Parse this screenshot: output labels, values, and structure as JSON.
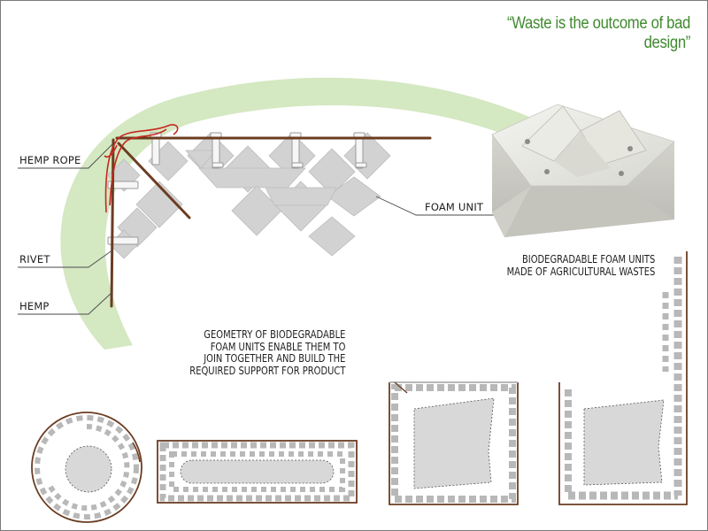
{
  "quote": "“Waste is the outcome of bad design”",
  "labels": {
    "hemp_rope": "HEMP ROPE",
    "rivet": "RIVET",
    "hemp": "HEMP",
    "foam_unit": "FOAM UNIT"
  },
  "captions": {
    "foam_units": [
      "BIODEGRADABLE FOAM UNITS",
      "MADE OF AGRICULTURAL WASTES"
    ],
    "geometry": [
      "GEOMETRY OF BIODEGRADABLE",
      "FOAM UNITS ENABLE THEM TO",
      "JOIN TOGETHER AND BUILD THE",
      "REQUIRED SUPPORT FOR PRODUCT"
    ]
  },
  "colors": {
    "accent_green": "#3f8a2f",
    "arc_green": "#d4e8c2",
    "hemp_brown": "#6b3d22",
    "rope_red": "#c8281e",
    "foam_grey": "#d2d2d2"
  }
}
